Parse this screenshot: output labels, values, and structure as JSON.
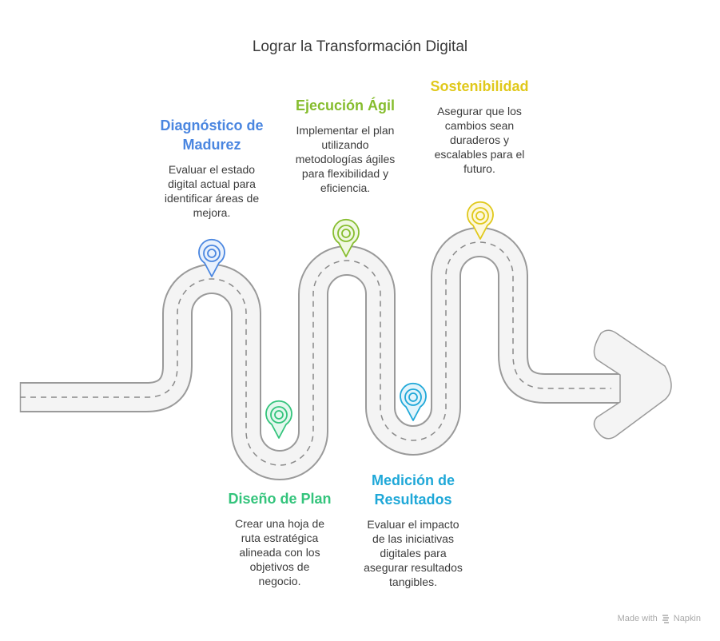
{
  "title": "Lograr la Transformación Digital",
  "steps": [
    {
      "heading": "Diagnóstico de Madurez",
      "heading_lines": [
        "Diagnóstico de",
        "Madurez"
      ],
      "description_lines": [
        "Evaluar el estado",
        "digital actual para",
        "identificar áreas de",
        "mejora."
      ],
      "color": "#4a86e0",
      "fill": "#e9f1fc",
      "position": "top"
    },
    {
      "heading": "Diseño de Plan",
      "heading_lines": [
        "Diseño de Plan"
      ],
      "description_lines": [
        "Crear una hoja de",
        "ruta estratégica",
        "alineada con los",
        "objetivos de",
        "negocio."
      ],
      "color": "#34c47c",
      "fill": "#e4f8ee",
      "position": "bottom"
    },
    {
      "heading": "Ejecución Ágil",
      "heading_lines": [
        "Ejecución Ágil"
      ],
      "description_lines": [
        "Implementar el plan",
        "utilizando",
        "metodologías ágiles",
        "para flexibilidad y",
        "eficiencia."
      ],
      "color": "#86bd2e",
      "fill": "#f0f8e2",
      "position": "top"
    },
    {
      "heading": "Medición de Resultados",
      "heading_lines": [
        "Medición de",
        "Resultados"
      ],
      "description_lines": [
        "Evaluar el impacto",
        "de las iniciativas",
        "digitales para",
        "asegurar resultados",
        "tangibles."
      ],
      "color": "#1fa8d8",
      "fill": "#e2f4fb",
      "position": "bottom"
    },
    {
      "heading": "Sostenibilidad",
      "heading_lines": [
        "Sostenibilidad"
      ],
      "description_lines": [
        "Asegurar que los",
        "cambios sean",
        "duraderos y",
        "escalables para el",
        "futuro."
      ],
      "color": "#e0c81a",
      "fill": "#fdf8dc",
      "position": "top"
    }
  ],
  "footer": {
    "made_with": "Made with",
    "brand": "Napkin",
    "icon": "napkin-logo-icon"
  },
  "colors": {
    "road_fill": "#f4f4f4",
    "road_stroke": "#9a9a9a",
    "lane_dash": "#8a8a8a",
    "title": "#3a3a3a",
    "text": "#3c3c3c"
  }
}
